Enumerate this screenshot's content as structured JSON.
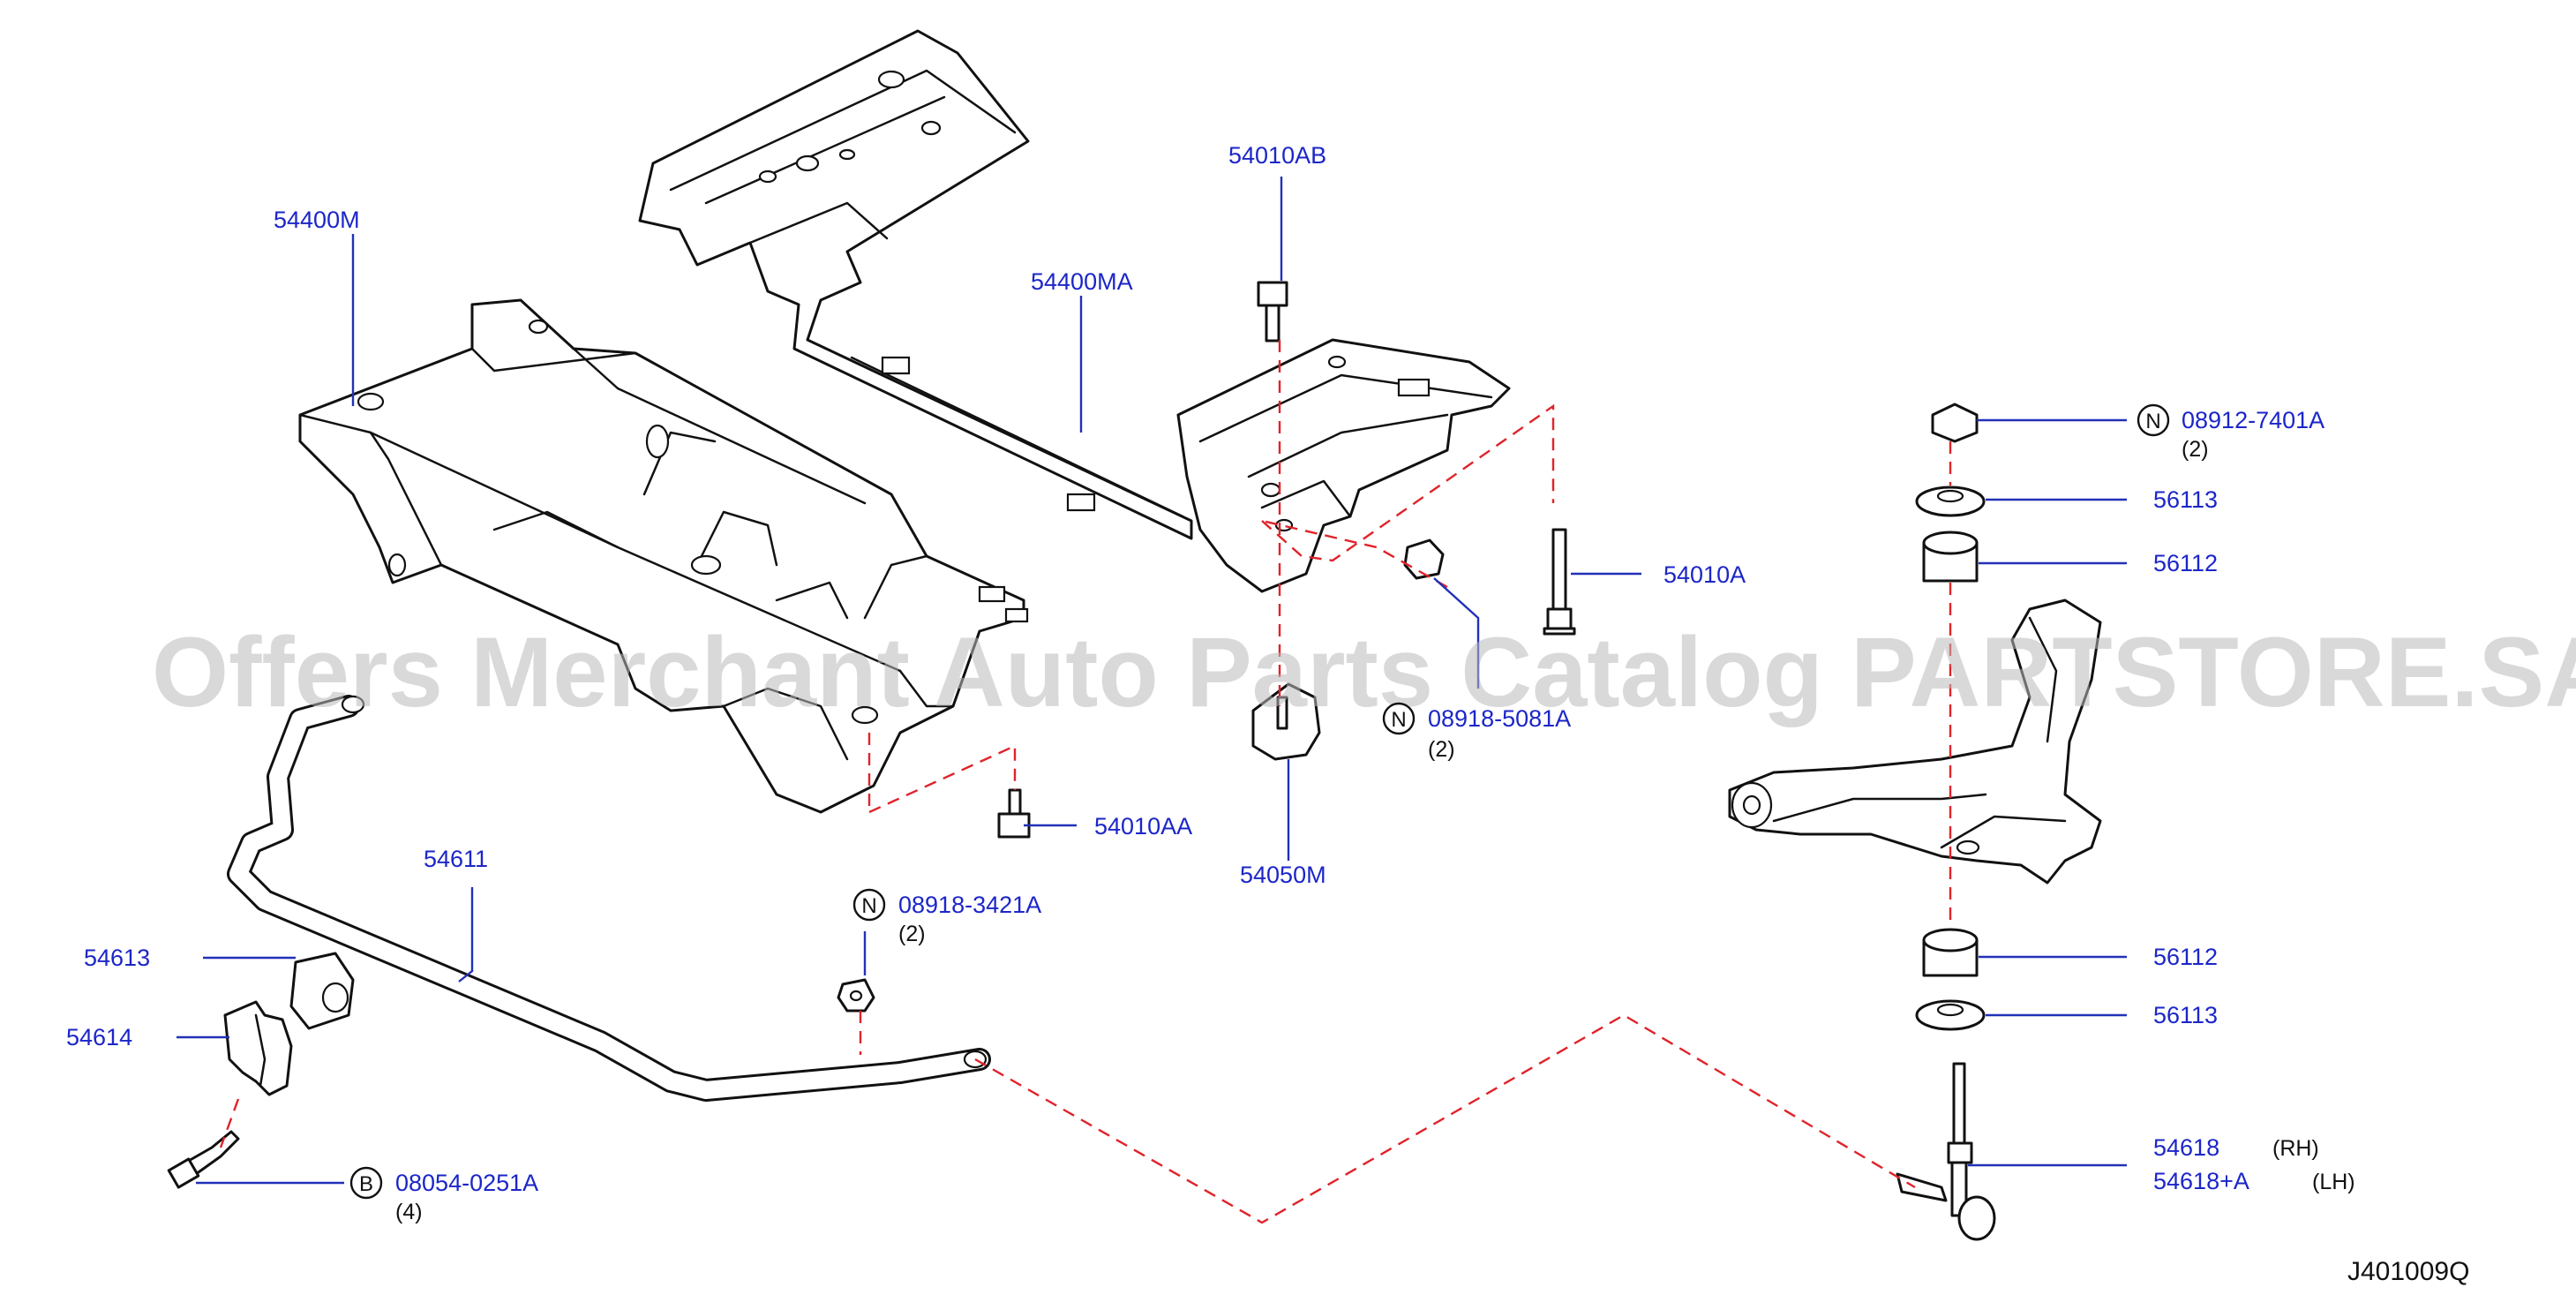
{
  "watermark": "Offers Merchant Auto Parts Catalog PARTSTORE.SA",
  "diagram_id": "J401009Q",
  "callouts": {
    "p54400M": "54400M",
    "p54400MA": "54400MA",
    "p54010AB": "54010AB",
    "p54010A": "54010A",
    "p54010AA": "54010AA",
    "p54050M": "54050M",
    "p08918_5081A": "08918-5081A",
    "p08918_5081A_qty": "(2)",
    "p08918_3421A": "08918-3421A",
    "p08918_3421A_qty": "(2)",
    "p08912_7401A": "08912-7401A",
    "p08912_7401A_qty": "(2)",
    "p56113_top": "56113",
    "p56112_top": "56112",
    "p56112_bottom": "56112",
    "p56113_bottom": "56113",
    "p54611": "54611",
    "p54613": "54613",
    "p54614": "54614",
    "p08054_0251A": "08054-0251A",
    "p08054_0251A_qty": "(4)",
    "p54618": "54618",
    "p54618_side": "(RH)",
    "p54618A": "54618+A",
    "p54618A_side": "(LH)"
  },
  "badges": {
    "n1": "N",
    "n2": "N",
    "n3": "N",
    "b1": "B"
  },
  "colors": {
    "callout_text": "#1c26c8",
    "leader_line": "#2231b8",
    "dashed_line": "#e0232a",
    "watermark": "#b9b9b9"
  }
}
